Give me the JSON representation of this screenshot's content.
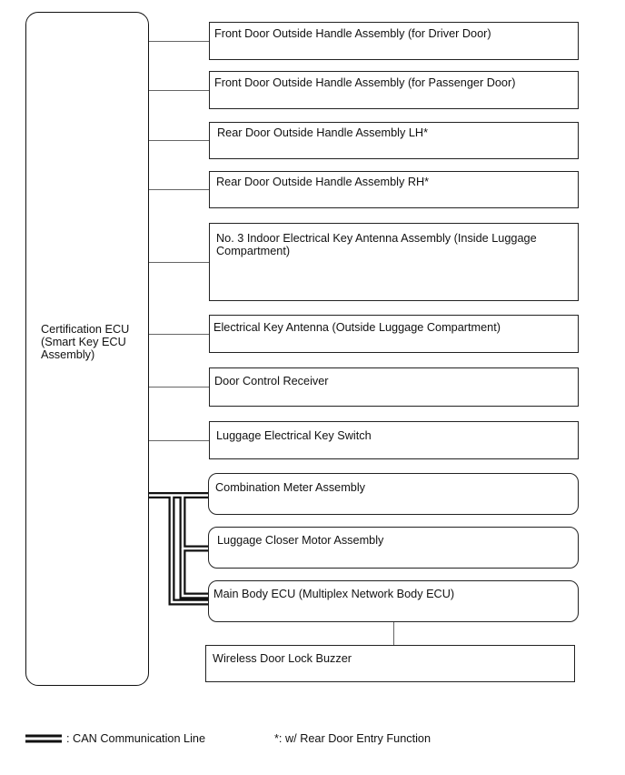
{
  "ecu": {
    "lines": [
      "Certification ECU",
      "(Smart Key ECU",
      "Assembly)"
    ]
  },
  "components": [
    {
      "lines": [
        "Front Door Outside Handle Assembly (for Driver Door)"
      ]
    },
    {
      "lines": [
        "Front Door Outside Handle Assembly (for Passenger Door)"
      ]
    },
    {
      "lines": [
        "Rear Door Outside Handle Assembly LH*"
      ]
    },
    {
      "lines": [
        "Rear Door Outside Handle Assembly RH*"
      ]
    },
    {
      "lines": [
        "No. 3 Indoor Electrical Key Antenna Assembly (Inside Luggage",
        "Compartment)"
      ]
    },
    {
      "lines": [
        "Electrical Key Antenna (Outside Luggage Compartment)"
      ]
    },
    {
      "lines": [
        "Door Control Receiver"
      ]
    },
    {
      "lines": [
        "Luggage Electrical Key Switch"
      ]
    },
    {
      "lines": [
        "Combination Meter Assembly"
      ]
    },
    {
      "lines": [
        "Luggage Closer Motor Assembly"
      ]
    },
    {
      "lines": [
        "Main Body ECU (Multiplex Network Body ECU)"
      ]
    },
    {
      "lines": [
        "Wireless Door Lock Buzzer"
      ]
    }
  ],
  "legend": {
    "can_line_label": ": CAN Communication Line",
    "footnote": "*: w/ Rear Door Entry Function"
  },
  "colors": {
    "line": "#111111",
    "wire": "#666666",
    "background": "#ffffff"
  }
}
